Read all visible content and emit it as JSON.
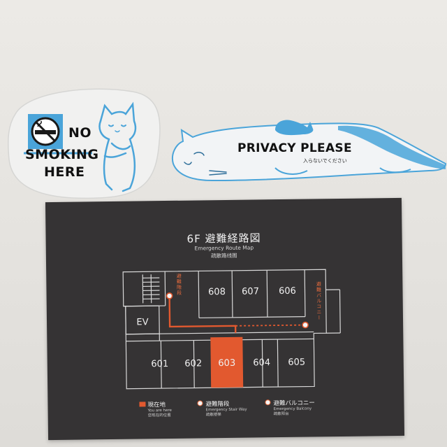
{
  "no_smoking_sign": {
    "line1": "NO",
    "line2": "SMOKING",
    "line3": "HERE",
    "icon": "no-smoking-icon",
    "accent_color": "#4aa4d9"
  },
  "privacy_sign": {
    "title": "PRIVACY PLEASE",
    "subtitle": "入らないでください",
    "accent_color": "#4aa4d9"
  },
  "evacuation_map": {
    "floor_title": "6F 避難経路図",
    "subtitle_en": "Emergency Route Map",
    "subtitle_cn": "疏散路线图",
    "elevator_label": "EV",
    "stair_label": "避難階段",
    "balcony_label": "避難バルコニー",
    "rooms_top": [
      "608",
      "607",
      "606"
    ],
    "rooms_bottom": [
      "601",
      "602",
      "603",
      "604",
      "605"
    ],
    "current_room": "603",
    "route_color": "#e2592f",
    "legend": [
      {
        "main": "現在地",
        "en": "You are here",
        "cn": "您现在的位置"
      },
      {
        "main": "避難階段",
        "en": "Emergency Stair Way",
        "cn": "疏散楼梯"
      },
      {
        "main": "避難バルコニー",
        "en": "Emergency Balcony",
        "cn": "疏散阳台"
      }
    ]
  }
}
